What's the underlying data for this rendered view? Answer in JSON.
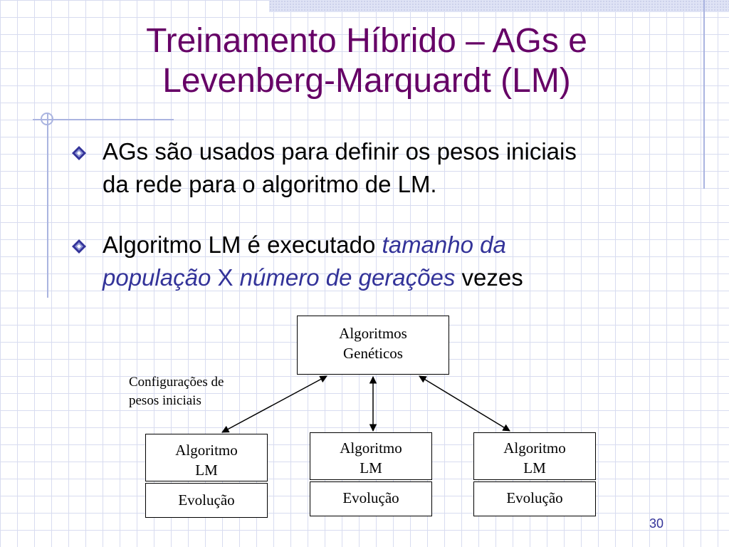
{
  "slide": {
    "title_line1": "Treinamento Híbrido – AGs e",
    "title_line2": "Levenberg-Marquardt (LM)",
    "bullet1": {
      "line1": "AGs são usados para definir os pesos iniciais",
      "line2": "da rede para o algoritmo de LM."
    },
    "bullet2": {
      "text_a": "Algoritmo LM é executado ",
      "emph_a": "tamanho da",
      "emph_b": "população",
      "x": " X ",
      "emph_c": "número de gerações",
      "text_b": " vezes"
    },
    "number": "30"
  },
  "diagram": {
    "top_box": {
      "line1": "Algoritmos",
      "line2": "Genéticos"
    },
    "note": {
      "line1": "Configurações de",
      "line2": "pesos iniciais"
    },
    "lm_boxes": [
      {
        "line1": "Algoritmo",
        "line2": "LM",
        "evolution": "Evolução"
      },
      {
        "line1": "Algoritmo",
        "line2": "LM",
        "evolution": "Evolução"
      },
      {
        "line1": "Algoritmo",
        "line2": "LM",
        "evolution": "Evolução"
      }
    ]
  },
  "colors": {
    "title": "#660066",
    "emphasis": "#333399",
    "bullet_icon": "#333399"
  },
  "icons": {
    "bullet": "diamond-bullet-icon"
  }
}
